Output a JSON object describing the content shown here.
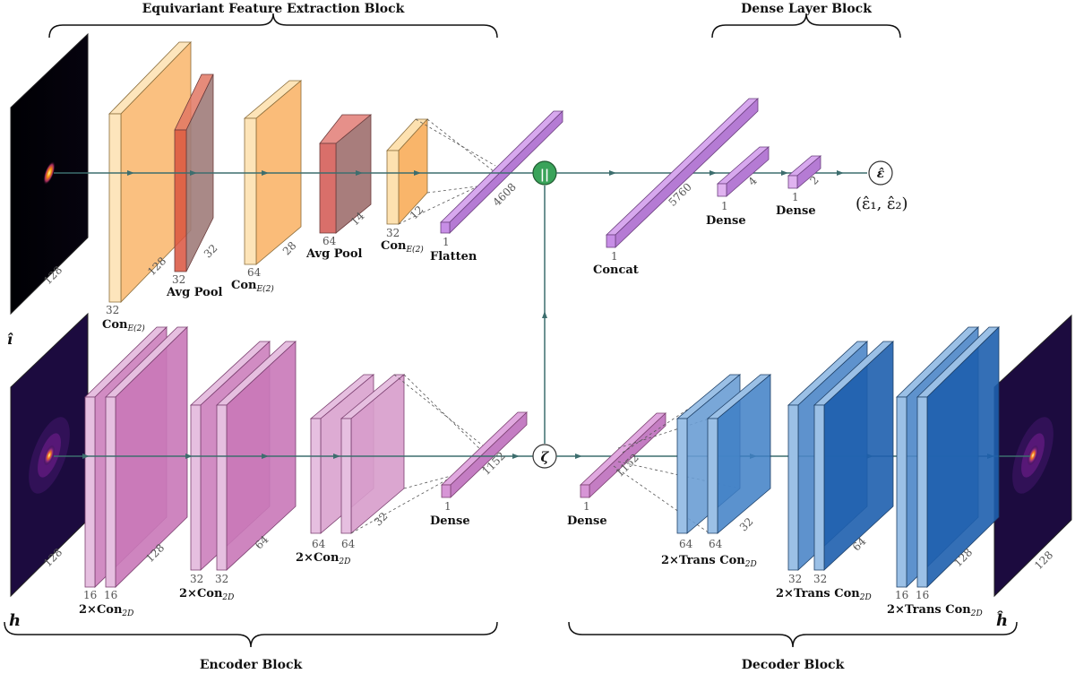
{
  "blocks": {
    "feature_extraction": "Equivariant Feature Extraction Block",
    "dense_layer": "Dense Layer Block",
    "encoder": "Encoder Block",
    "decoder": "Decoder Block"
  },
  "inputs": {
    "i_hat": "î",
    "i_size": "128",
    "h": "h",
    "h_size": "128"
  },
  "output": {
    "h_hat": "ĥ",
    "h_hat_size": "128",
    "epsilon_node": "ε̂",
    "epsilon_pair": "(ε̂₁, ε̂₂)"
  },
  "nodes": {
    "concat_symbol": "||",
    "zeta": "ζ"
  },
  "equivariant": {
    "con1": {
      "label": "Con",
      "sub": "E(2)",
      "channels": "32",
      "size": "128"
    },
    "pool1": {
      "label": "Avg Pool",
      "channels": "32",
      "size": "32"
    },
    "con2": {
      "label": "Con",
      "sub": "E(2)",
      "channels": "64",
      "size": "28"
    },
    "pool2": {
      "label": "Avg Pool",
      "channels": "64",
      "size": "14"
    },
    "con3": {
      "label": "Con",
      "sub": "E(2)",
      "channels": "32",
      "size": "12"
    },
    "flatten": {
      "label": "Flatten",
      "channels": "1",
      "size": "4608"
    }
  },
  "dense_block": {
    "concat": {
      "label": "Concat",
      "channels": "1",
      "size": "5760"
    },
    "dense1": {
      "label": "Dense",
      "channels": "1",
      "size": "4"
    },
    "dense2": {
      "label": "Dense",
      "channels": "1",
      "size": "2"
    }
  },
  "encoder": {
    "con1": {
      "label": "2×Con",
      "sub": "2D",
      "channels_a": "16",
      "channels_b": "16",
      "size": "128"
    },
    "con2": {
      "label": "2×Con",
      "sub": "2D",
      "channels_a": "32",
      "channels_b": "32",
      "size": "64"
    },
    "con3": {
      "label": "2×Con",
      "sub": "2D",
      "channels_a": "64",
      "channels_b": "64",
      "size": "32"
    },
    "dense": {
      "label": "Dense",
      "channels": "1",
      "size": "1152"
    }
  },
  "decoder": {
    "dense": {
      "label": "Dense",
      "channels": "1",
      "size": "1152"
    },
    "tcon1": {
      "label": "2×Trans Con",
      "sub": "2D",
      "channels_a": "64",
      "channels_b": "64",
      "size": "32"
    },
    "tcon2": {
      "label": "2×Trans Con",
      "sub": "2D",
      "channels_a": "32",
      "channels_b": "32",
      "size": "64"
    },
    "tcon3": {
      "label": "2×Trans Con",
      "sub": "2D",
      "channels_a": "16",
      "channels_b": "16",
      "size": "128"
    }
  },
  "colors": {
    "orange": "#fdba74",
    "red": "#d9817f",
    "purple": "#c78ee6",
    "pink": "#cf7fc0",
    "blue": "#3e7fc5",
    "arrow": "#3d6e6e",
    "concat_node": "#3aa35a"
  }
}
